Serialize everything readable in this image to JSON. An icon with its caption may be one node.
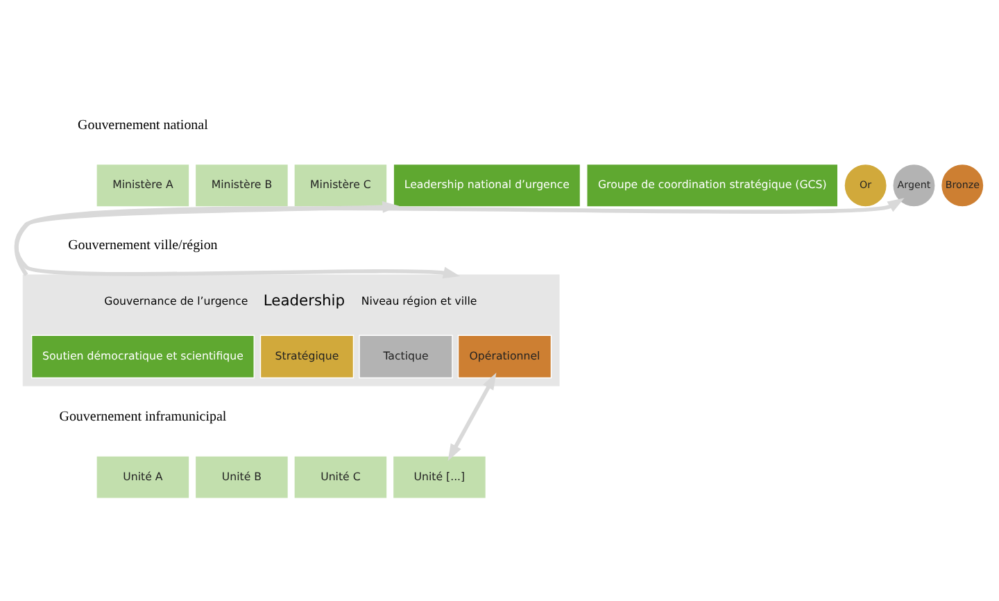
{
  "diagram": {
    "nodes": [
      {
        "text": [
          "Ministère A"
        ]
      },
      {
        "text": [
          "Ministère B"
        ]
      },
      {
        "text": [
          "Ministère C"
        ]
      },
      {
        "text": [
          "Leadership national d’urgence"
        ]
      },
      {
        "text": [
          "Groupe de coordination stratégique (GCS)"
        ]
      },
      {
        "text": [
          "Or"
        ]
      },
      {
        "text": [
          "Argent"
        ]
      },
      {
        "text": [
          "Bronze"
        ]
      },
      {
        "text": [
          "Gouvernance de l’urgence",
          "Leadership",
          "Niveau région et ville"
        ]
      },
      {
        "text": [
          "Soutien démocratique et scientifique"
        ],
        "in": 8
      },
      {
        "text": [
          "Stratégique"
        ],
        "in": 8
      },
      {
        "text": [
          "Tactique"
        ],
        "in": 8
      },
      {
        "text": [
          "Opérationnel"
        ],
        "in": 8
      },
      {
        "text": [
          "Unité A"
        ]
      },
      {
        "text": [
          "Unité B"
        ]
      },
      {
        "text": [
          "Unité C"
        ]
      },
      {
        "text": [
          "Unité [...]"
        ]
      }
    ],
    "edges": [
      {
        "from": 3,
        "to": 8,
        "arrow": "both"
      },
      {
        "from": 8,
        "to": 6,
        "arrow": "to"
      },
      {
        "from": 12,
        "to": 16,
        "arrow": "both"
      }
    ],
    "labels": [
      "Gouvernement national",
      "Gouvernement ville/région",
      "Gouvernement inframunicipal"
    ]
  }
}
